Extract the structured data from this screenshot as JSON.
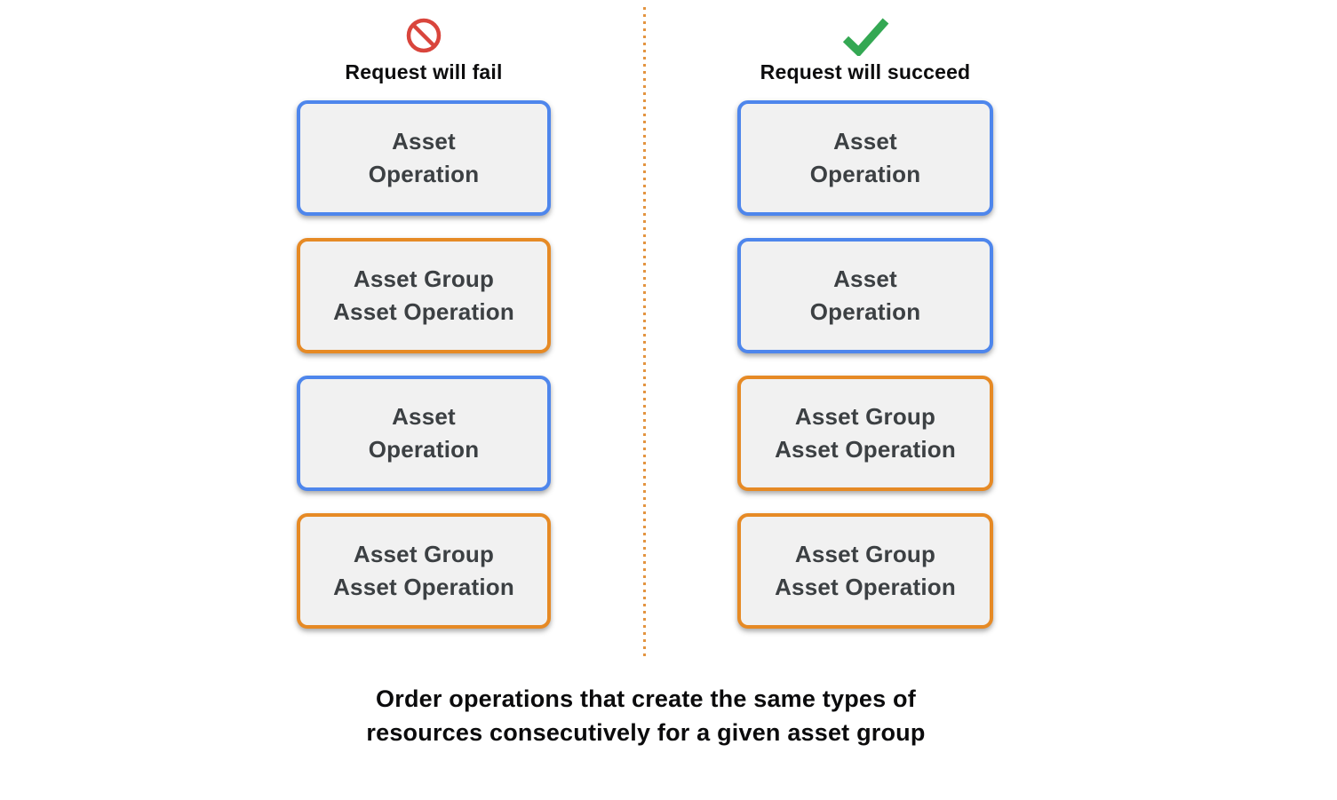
{
  "columns": [
    {
      "id": "fail",
      "icon": "prohibition-icon",
      "title": "Request will fail",
      "boxes": [
        {
          "label": "Asset\nOperation",
          "type": "asset"
        },
        {
          "label": "Asset Group\nAsset Operation",
          "type": "asset-group"
        },
        {
          "label": "Asset\nOperation",
          "type": "asset"
        },
        {
          "label": "Asset Group\nAsset Operation",
          "type": "asset-group"
        }
      ]
    },
    {
      "id": "succeed",
      "icon": "checkmark-icon",
      "title": "Request will succeed",
      "boxes": [
        {
          "label": "Asset\nOperation",
          "type": "asset"
        },
        {
          "label": "Asset\nOperation",
          "type": "asset"
        },
        {
          "label": "Asset Group\nAsset Operation",
          "type": "asset-group"
        },
        {
          "label": "Asset Group\nAsset Operation",
          "type": "asset-group"
        }
      ]
    }
  ],
  "caption": "Order operations that create the same types of\nresources consecutively for a given asset group",
  "colors": {
    "asset_border": "#4e86ec",
    "asset_group_border": "#e68a25",
    "box_fill": "#f1f1f1",
    "box_text": "#3c4043",
    "fail_icon": "#d9453c",
    "succeed_icon": "#34a853",
    "divider": "#e39440"
  }
}
